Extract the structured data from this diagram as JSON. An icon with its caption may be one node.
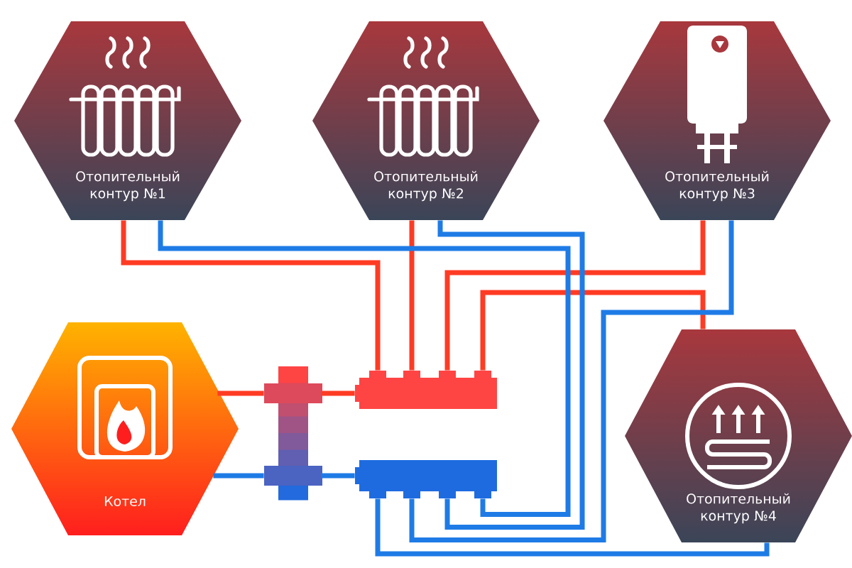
{
  "diagram": {
    "nodes": [
      {
        "text": [
          "Отопительный контур №1"
        ]
      },
      {
        "text": [
          "Отопительный контур №2"
        ]
      },
      {
        "text": [
          "Отопительный контур №3"
        ]
      },
      {
        "text": [
          "Отопительный контур №4"
        ]
      },
      {
        "text": [
          "Котел"
        ]
      },
      {
        "text": [],
        "shape": "bar"
      },
      {
        "text": [],
        "shape": "bar"
      },
      {
        "text": [],
        "shape": "bar"
      }
    ],
    "edges": [
      {
        "from": 4,
        "to": 5,
        "arrow": "none",
        "color": "#ff3b24"
      },
      {
        "from": 5,
        "to": 4,
        "arrow": "none",
        "color": "#1e7be6"
      },
      {
        "from": 5,
        "to": 6,
        "arrow": "none",
        "color": "#ff3b24"
      },
      {
        "from": 7,
        "to": 5,
        "arrow": "none",
        "color": "#1e7be6"
      },
      {
        "from": 6,
        "to": 0,
        "arrow": "none",
        "color": "#ff3b24"
      },
      {
        "from": 6,
        "to": 1,
        "arrow": "none",
        "color": "#ff3b24"
      },
      {
        "from": 6,
        "to": 2,
        "arrow": "none",
        "color": "#ff3b24"
      },
      {
        "from": 6,
        "to": 3,
        "arrow": "none",
        "color": "#ff3b24"
      },
      {
        "from": 0,
        "to": 7,
        "arrow": "none",
        "color": "#1e7be6"
      },
      {
        "from": 1,
        "to": 7,
        "arrow": "none",
        "color": "#1e7be6"
      },
      {
        "from": 2,
        "to": 7,
        "arrow": "none",
        "color": "#1e7be6"
      },
      {
        "from": 3,
        "to": 7,
        "arrow": "none",
        "color": "#1e7be6"
      }
    ]
  }
}
